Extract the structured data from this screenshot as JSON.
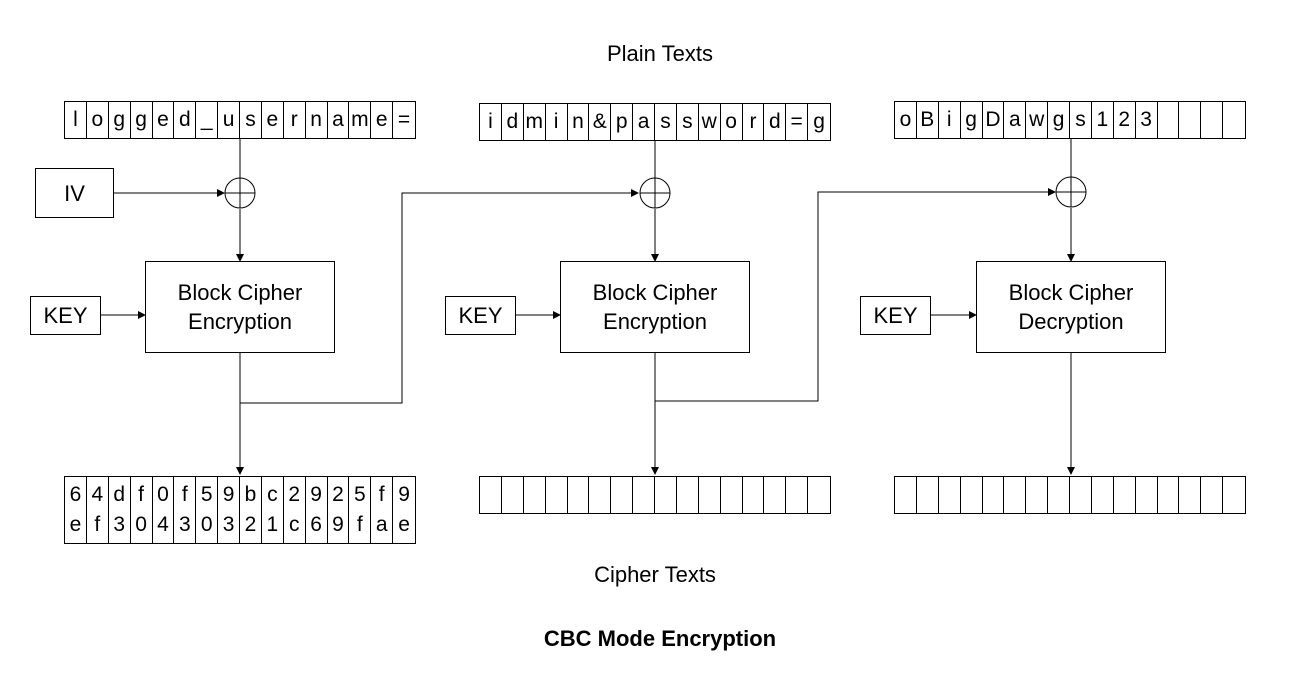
{
  "labels": {
    "plain_texts": "Plain Texts",
    "cipher_texts": "Cipher Texts",
    "title": "CBC Mode Encryption"
  },
  "iv_label": "IV",
  "key_label": "KEY",
  "blocks": [
    {
      "line1": "Block Cipher",
      "line2": "Encryption"
    },
    {
      "line1": "Block Cipher",
      "line2": "Encryption"
    },
    {
      "line1": "Block Cipher",
      "line2": "Decryption"
    }
  ],
  "plaintext_blocks": [
    [
      "l",
      "o",
      "g",
      "g",
      "e",
      "d",
      "_",
      "u",
      "s",
      "e",
      "r",
      "n",
      "a",
      "m",
      "e",
      "="
    ],
    [
      "i",
      "d",
      "m",
      "i",
      "n",
      "&",
      "p",
      "a",
      "s",
      "s",
      "w",
      "o",
      "r",
      "d",
      "=",
      "g"
    ],
    [
      "o",
      "B",
      "i",
      "g",
      "D",
      "a",
      "w",
      "g",
      "s",
      "1",
      "2",
      "3",
      "",
      "",
      "",
      ""
    ]
  ],
  "ciphertext_blocks": [
    [
      [
        "6",
        "e"
      ],
      [
        "4",
        "f"
      ],
      [
        "d",
        "3"
      ],
      [
        "f",
        "0"
      ],
      [
        "0",
        "4"
      ],
      [
        "f",
        "3"
      ],
      [
        "5",
        "0"
      ],
      [
        "9",
        "3"
      ],
      [
        "b",
        "2"
      ],
      [
        "c",
        "1"
      ],
      [
        "2",
        "c"
      ],
      [
        "9",
        "6"
      ],
      [
        "2",
        "9"
      ],
      [
        "5",
        "f"
      ],
      [
        "f",
        "a"
      ],
      [
        "9",
        "e"
      ]
    ],
    [
      [
        "",
        ""
      ],
      [
        "",
        ""
      ],
      [
        "",
        ""
      ],
      [
        "",
        ""
      ],
      [
        "",
        ""
      ],
      [
        "",
        ""
      ],
      [
        "",
        ""
      ],
      [
        "",
        ""
      ],
      [
        "",
        ""
      ],
      [
        "",
        ""
      ],
      [
        "",
        ""
      ],
      [
        "",
        ""
      ],
      [
        "",
        ""
      ],
      [
        "",
        ""
      ],
      [
        "",
        ""
      ],
      [
        "",
        ""
      ]
    ],
    [
      [
        "",
        ""
      ],
      [
        "",
        ""
      ],
      [
        "",
        ""
      ],
      [
        "",
        ""
      ],
      [
        "",
        ""
      ],
      [
        "",
        ""
      ],
      [
        "",
        ""
      ],
      [
        "",
        ""
      ],
      [
        "",
        ""
      ],
      [
        "",
        ""
      ],
      [
        "",
        ""
      ],
      [
        "",
        ""
      ],
      [
        "",
        ""
      ],
      [
        "",
        ""
      ],
      [
        "",
        ""
      ],
      [
        "",
        ""
      ]
    ]
  ]
}
